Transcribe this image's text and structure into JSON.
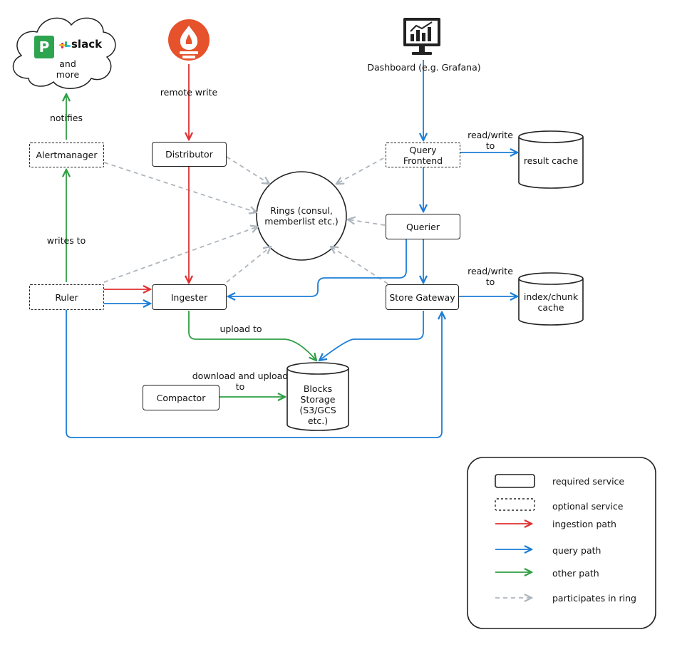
{
  "nodes": {
    "alertmanager": "Alertmanager",
    "distributor": "Distributor",
    "query_frontend": "Query\nFrontend",
    "rings": "Rings (consul,\nmemberlist etc.)",
    "querier": "Querier",
    "ruler": "Ruler",
    "ingester": "Ingester",
    "store_gateway": "Store Gateway",
    "compactor": "Compactor",
    "result_cache": "result cache",
    "index_chunk_cache": "index/chunk\ncache",
    "blocks_storage": "Blocks\nStorage\n(S3/GCS\netc.)"
  },
  "external": {
    "pagerduty_letter": "P",
    "slack_logo_text": "slack",
    "cloud_text": "and\nmore",
    "dashboard": "Dashboard (e.g. Grafana)"
  },
  "edges": {
    "notifies": "notifies",
    "remote_write": "remote write",
    "read_write_result": "read/write\nto",
    "writes_to": "writes to",
    "read_write_index": "read/write\nto",
    "upload_to": "upload to",
    "download_upload": "download and upload\nto"
  },
  "legend": {
    "required": "required service",
    "optional": "optional service",
    "ingestion": "ingestion path",
    "query": "query path",
    "other": "other path",
    "ring": "participates in ring"
  },
  "colors": {
    "ingestion": "#e03131",
    "query": "#1c7ed6",
    "other": "#2f9e44",
    "ring": "#adb5bd",
    "pagerduty": "#2ea44f",
    "prometheus": "#e6522c"
  }
}
